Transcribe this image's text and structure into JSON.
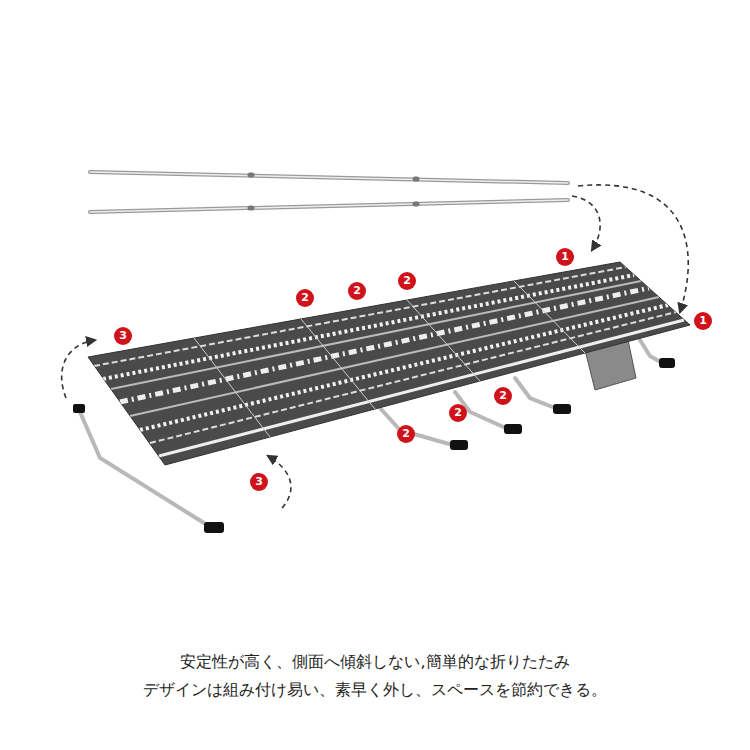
{
  "diagram": {
    "caption": "安定性が高く、側面へ傾斜しない,簡単的な折りたたみ デザインは組み付け易い、素早く外し、スペースを節約できる。",
    "labels": [
      "1",
      "2",
      "2",
      "2",
      "1",
      "3",
      "2",
      "2",
      "2",
      "3"
    ]
  }
}
